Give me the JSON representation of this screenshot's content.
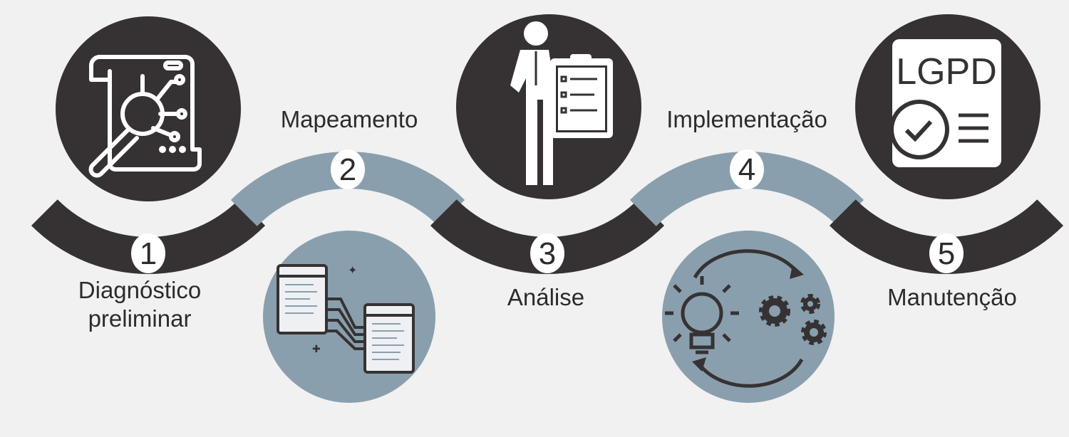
{
  "colors": {
    "dark": "#363233",
    "accent": "#8a9fad",
    "background": "#f1f1f1",
    "badge": "#ffffff"
  },
  "steps": [
    {
      "number": "1",
      "label": "Diagnóstico\npreliminar",
      "label_line1": "Diagnóstico",
      "label_line2": "preliminar",
      "icon": "document-magnifier-icon"
    },
    {
      "number": "2",
      "label": "Mapeamento",
      "icon": "data-mapping-icon"
    },
    {
      "number": "3",
      "label": "Análise",
      "icon": "person-clipboard-icon"
    },
    {
      "number": "4",
      "label": "Implementação",
      "icon": "idea-gears-cycle-icon"
    },
    {
      "number": "5",
      "label": "Manutenção",
      "icon": "lgpd-check-document-icon",
      "icon_text": "LGPD"
    }
  ]
}
